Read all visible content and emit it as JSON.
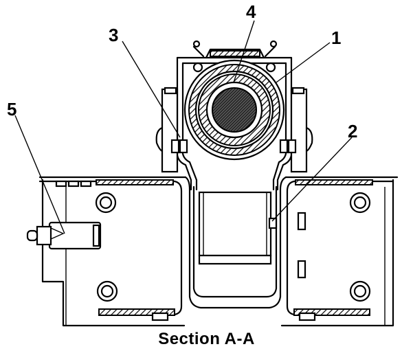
{
  "diagram": {
    "caption": "Section A-A",
    "callouts": [
      {
        "id": "1",
        "label": "1"
      },
      {
        "id": "2",
        "label": "2"
      },
      {
        "id": "3",
        "label": "3"
      },
      {
        "id": "4",
        "label": "4"
      },
      {
        "id": "5",
        "label": "5"
      }
    ]
  },
  "colors": {
    "line": "#000000",
    "background": "#ffffff"
  }
}
